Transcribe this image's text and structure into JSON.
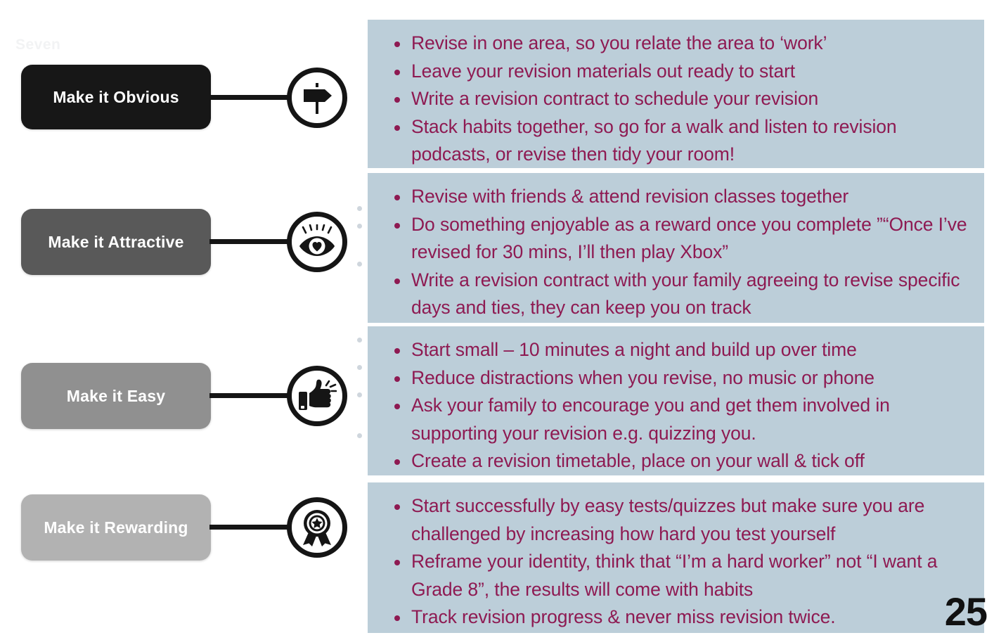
{
  "slide": {
    "page_number": "25",
    "ghost_text": "Seven",
    "colors": {
      "panel_background": "#bcced9",
      "bullet_text": "#8e1a52",
      "connector": "#151515",
      "pill_text": "#ffffff"
    }
  },
  "rows": [
    {
      "label": "Make it Obvious",
      "pill_color": "#171717",
      "icon": "signpost-icon",
      "bullets": [
        "Revise in one area, so you relate the area to ‘work’",
        "Leave your revision materials out ready to start",
        "Write a revision contract to schedule your revision",
        "Stack habits together, so go for a walk and listen to revision podcasts, or revise then tidy your room!"
      ]
    },
    {
      "label": "Make it Attractive",
      "pill_color": "#595959",
      "icon": "eye-heart-icon",
      "bullets": [
        "Revise with friends & attend revision classes together",
        "Do something enjoyable as a reward once you complete ”“Once I’ve revised for 30 mins, I’ll then play Xbox”",
        "Write a revision contract with your family agreeing to revise specific days and ties, they can keep you on track"
      ]
    },
    {
      "label": "Make it Easy",
      "pill_color": "#909090",
      "icon": "thumbs-up-icon",
      "bullets": [
        "Start small – 10 minutes a night and build up over time",
        "Reduce distractions when you revise, no music or phone",
        "Ask your family to encourage you and get them involved in supporting your revision e.g. quizzing you.",
        "Create a revision timetable, place on your wall & tick off"
      ]
    },
    {
      "label": "Make it Rewarding",
      "pill_color": "#b2b2b2",
      "icon": "award-rosette-icon",
      "bullets": [
        "Start successfully by easy tests/quizzes but make sure you are challenged by increasing how hard you test yourself",
        "Reframe your identity, think that “I’m a hard worker” not “I want a Grade 8”, the results will come with habits",
        "Track revision progress & never miss revision twice."
      ]
    }
  ]
}
